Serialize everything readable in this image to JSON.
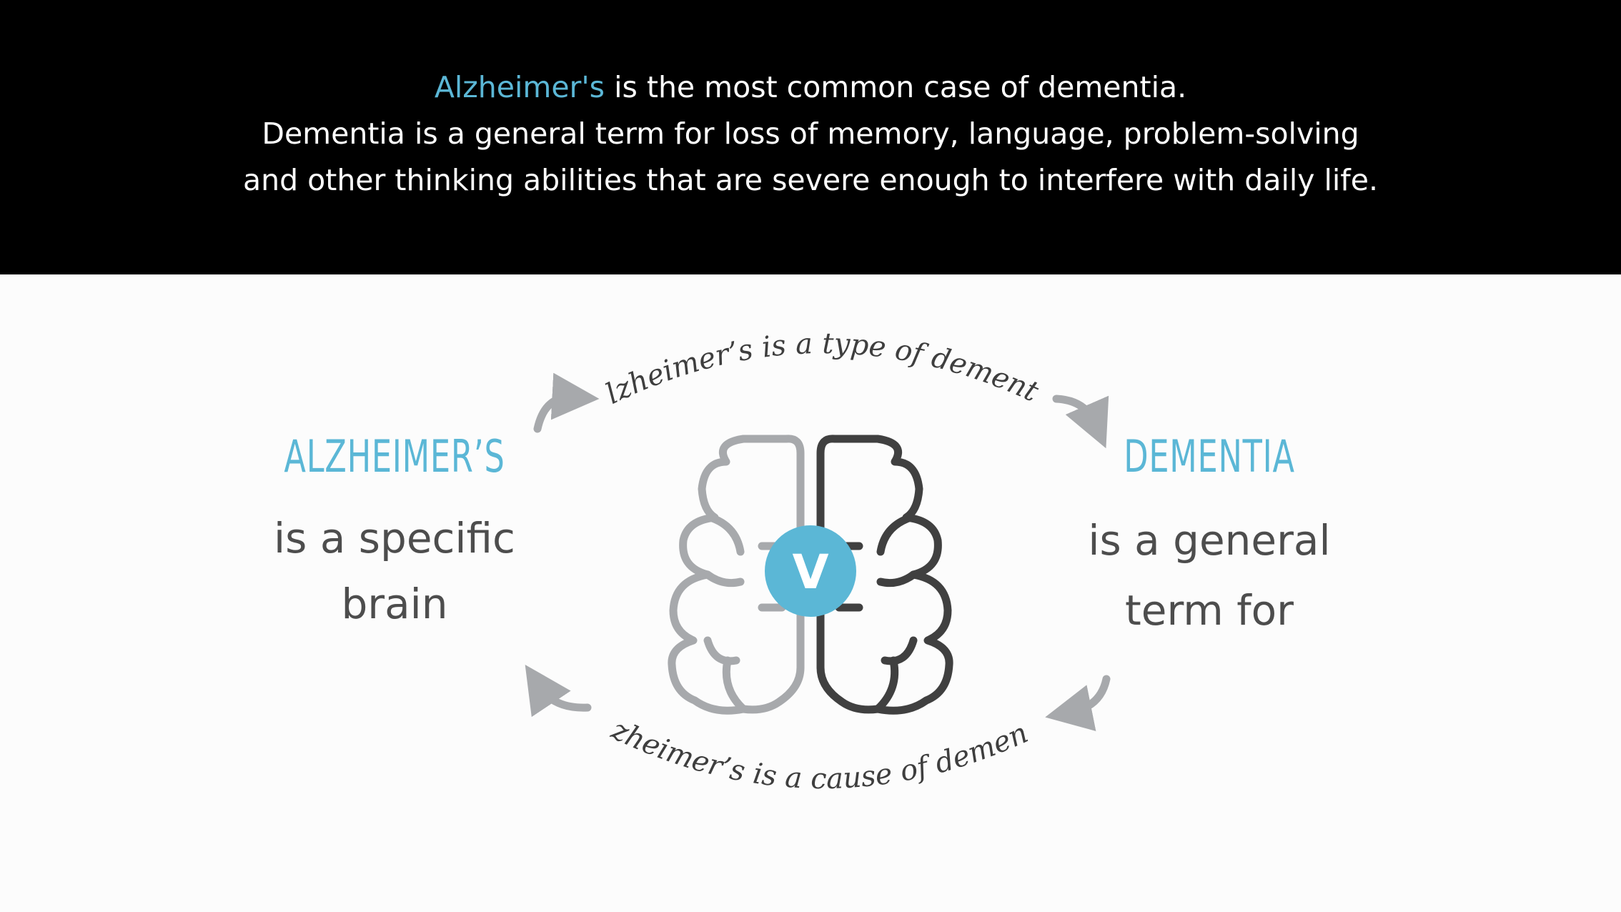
{
  "header": {
    "accent_term": "Alzheimer's",
    "line1_rest": " is the most common case of dementia.",
    "line2": "Dementia is a general term for loss of memory, language, problem-solving",
    "line3": "and other thinking abilities that are severe enough to interfere with daily life."
  },
  "left_panel": {
    "title": "ALZHEIMER’S",
    "body_line1": "is a specific",
    "body_line2": "brain"
  },
  "right_panel": {
    "title": "DEMENTIA",
    "body_line1": "is a general",
    "body_line2": "term for"
  },
  "arc_labels": {
    "top": "Alzheimer’s is a type of dementia",
    "bottom": "Alzheimer’s is a cause of dementia"
  },
  "logo": {
    "letter": "V"
  },
  "colors": {
    "accent": "#5bb7d6",
    "header_background": "#000000",
    "page_background": "#fcfcfc",
    "body_text": "#4d4d4d",
    "arrow": "#a7a9ac",
    "brain_left": "#a7a9ac",
    "brain_right": "#404040"
  },
  "icons": [
    "brain-icon",
    "logo-v-icon",
    "curved-arrow-icon"
  ]
}
